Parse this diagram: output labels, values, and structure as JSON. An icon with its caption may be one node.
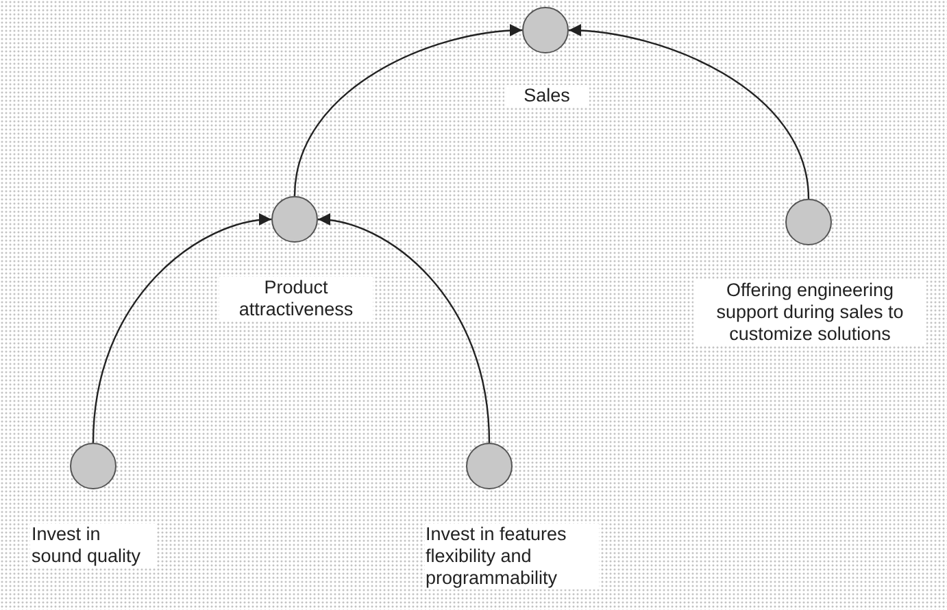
{
  "diagram": {
    "nodes": [
      {
        "text": [],
        "shape": "circle",
        "beside": [
          "Sales"
        ]
      },
      {
        "text": [],
        "shape": "circle",
        "beside": [
          "Product attractiveness"
        ]
      },
      {
        "text": [],
        "shape": "circle",
        "beside": [
          "Offering engineering support during sales to customize solutions"
        ]
      },
      {
        "text": [],
        "shape": "circle",
        "beside": [
          "Invest in sound quality"
        ]
      },
      {
        "text": [],
        "shape": "circle",
        "beside": [
          "Invest in features flexibility and programmability"
        ]
      }
    ],
    "edges": [
      {
        "from": 1,
        "to": 0,
        "arrow": "to"
      },
      {
        "from": 2,
        "to": 0,
        "arrow": "to"
      },
      {
        "from": 3,
        "to": 1,
        "arrow": "to"
      },
      {
        "from": 4,
        "to": 1,
        "arrow": "to"
      }
    ]
  }
}
